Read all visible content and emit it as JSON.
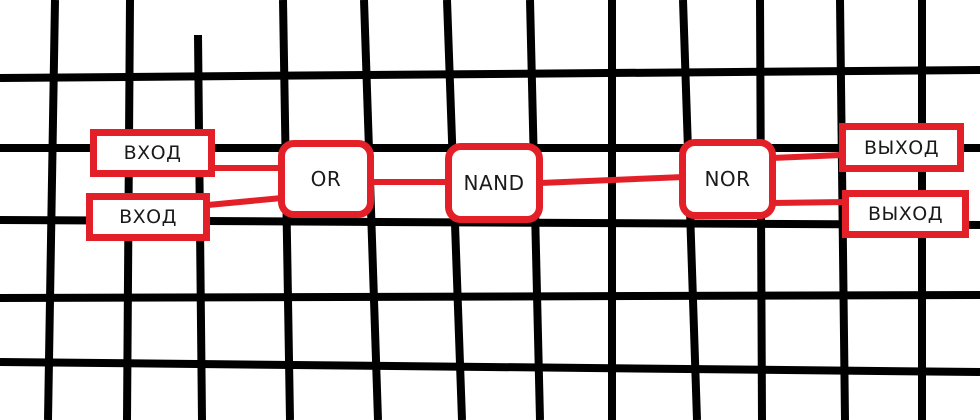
{
  "colors": {
    "grid": "#000000",
    "accent": "#e32027",
    "background": "#ffffff"
  },
  "inputs": [
    "ВХОД",
    "ВХОД"
  ],
  "gates": {
    "or": "OR",
    "nand": "NAND",
    "nor": "NOR"
  },
  "outputs": [
    "ВЫХОД",
    "ВЫХОД"
  ]
}
